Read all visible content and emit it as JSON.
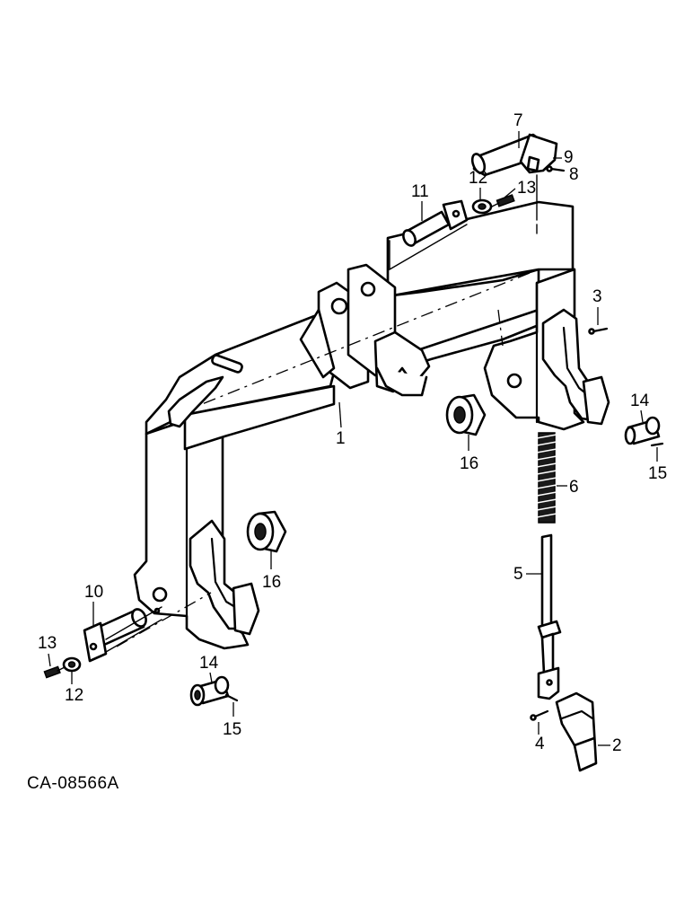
{
  "figure_code": "CA-08566A",
  "callouts": {
    "c1": "1",
    "c2": "2",
    "c3": "3",
    "c4": "4",
    "c5": "5",
    "c6": "6",
    "c7": "7",
    "c8": "8",
    "c9": "9",
    "c10": "10",
    "c11": "11",
    "c12a": "12",
    "c12b": "12",
    "c13a": "13",
    "c13b": "13",
    "c14a": "14",
    "c14b": "14",
    "c15a": "15",
    "c15b": "15",
    "c16a": "16",
    "c16b": "16"
  }
}
